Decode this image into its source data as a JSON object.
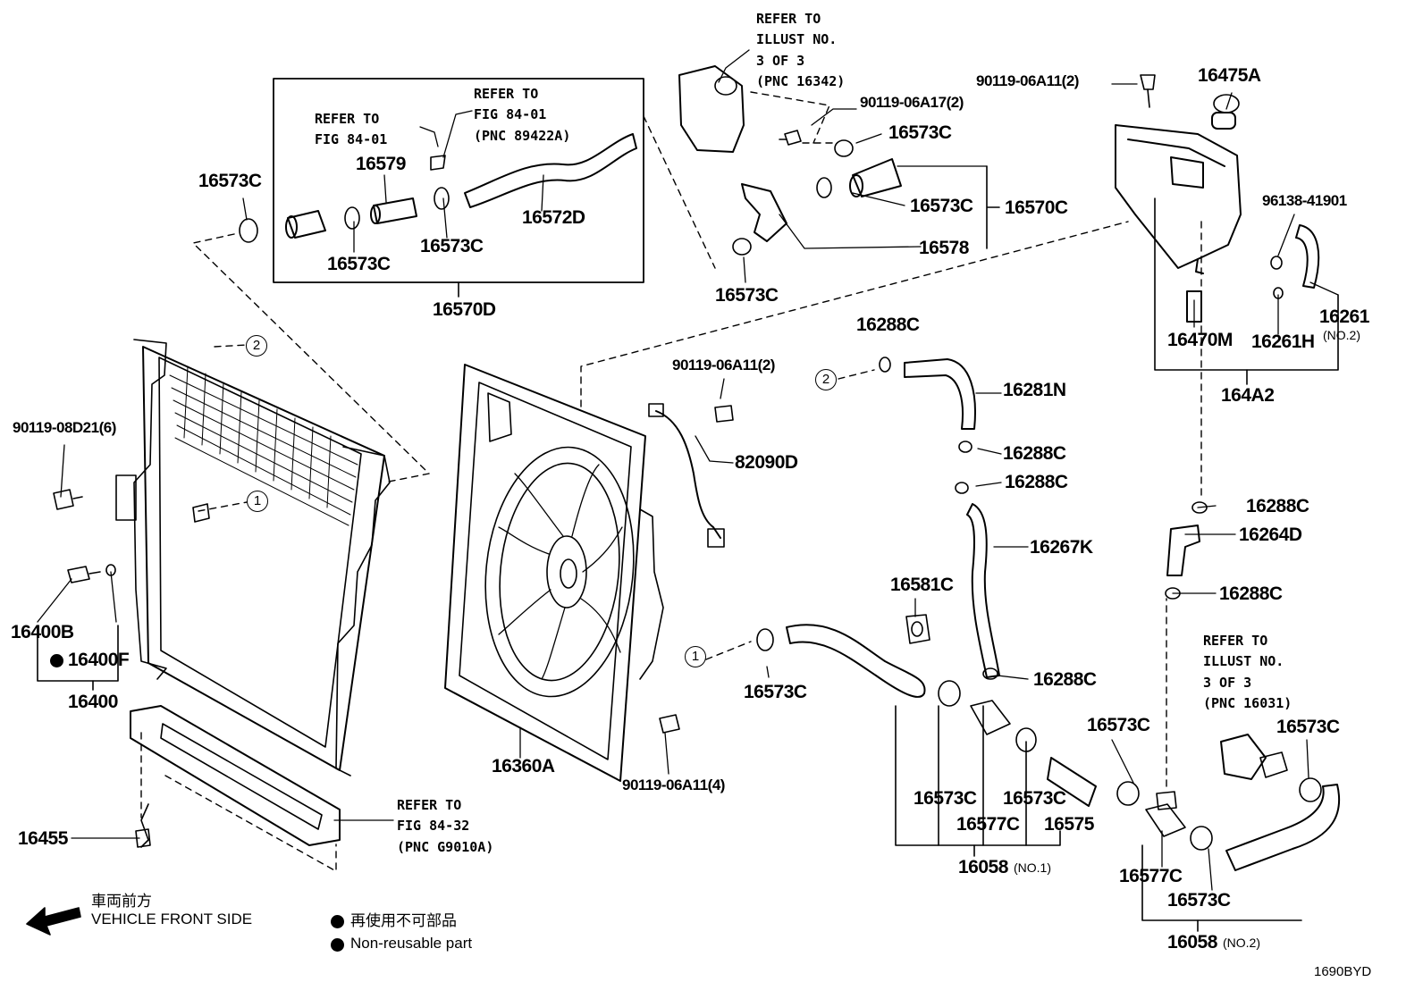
{
  "refs": {
    "illust_top": [
      "REFER TO",
      "ILLUST NO.",
      "3 OF 3",
      "(PNC 16342)"
    ],
    "fig_84_01_a": [
      "REFER TO",
      "FIG 84-01"
    ],
    "fig_84_01_b": [
      "REFER TO",
      "FIG 84-01",
      "(PNC 89422A)"
    ],
    "illust_bottom": [
      "REFER TO",
      "ILLUST NO.",
      "3 OF 3",
      "(PNC 16031)"
    ],
    "fig_84_32": [
      "REFER TO",
      "FIG 84-32",
      "(PNC G9010A)"
    ]
  },
  "parts": {
    "p16573c_tl": "16573C",
    "p16579": "16579",
    "p16572d": "16572D",
    "p16573c_box1": "16573C",
    "p16573c_box2": "16573C",
    "p16570d": "16570D",
    "p90119_06a17": "90119-06A17(2)",
    "p16573c_u1": "16573C",
    "p16573c_u2": "16573C",
    "p16570c": "16570C",
    "p16578": "16578",
    "p16573c_u3": "16573C",
    "p90119_06a11_top": "90119-06A11(2)",
    "p16475a": "16475A",
    "p96138": "96138-41901",
    "p16261": "16261",
    "p16261_no": "(NO.2)",
    "p16470m": "16470M",
    "p16261h": "16261H",
    "p164a2": "164A2",
    "p90119_08d21": "90119-08D21(6)",
    "p16400b": "16400B",
    "p16400f": "16400F",
    "p16400": "16400",
    "p16455": "16455",
    "p90119_06a11_mid": "90119-06A11(2)",
    "p82090d": "82090D",
    "p16360a": "16360A",
    "p90119_06a11_4": "90119-06A11(4)",
    "p16288c_a": "16288C",
    "p16281n": "16281N",
    "p16288c_b": "16288C",
    "p16288c_c": "16288C",
    "p16267k": "16267K",
    "p16581c": "16581C",
    "p16288c_d": "16288C",
    "p16573c_l1": "16573C",
    "p16573c_l2": "16573C",
    "p16577c_l": "16577C",
    "p16573c_l3": "16573C",
    "p16575": "16575",
    "p16058_1": "16058",
    "p16058_1_no": "(NO.1)",
    "p16288c_e": "16288C",
    "p16264d": "16264D",
    "p16288c_f": "16288C",
    "p16573c_r1": "16573C",
    "p16573c_r2": "16573C",
    "p16577c_r": "16577C",
    "p16573c_r3": "16573C",
    "p16058_2": "16058",
    "p16058_2_no": "(NO.2)"
  },
  "circles": {
    "one": "1",
    "two": "2"
  },
  "legend": {
    "front_jp": "車両前方",
    "front_en": "VEHICLE FRONT SIDE",
    "nonreuse_jp": "再使用不可部品",
    "nonreuse_en": "Non-reusable part"
  },
  "diagram_code": "1690BYD"
}
